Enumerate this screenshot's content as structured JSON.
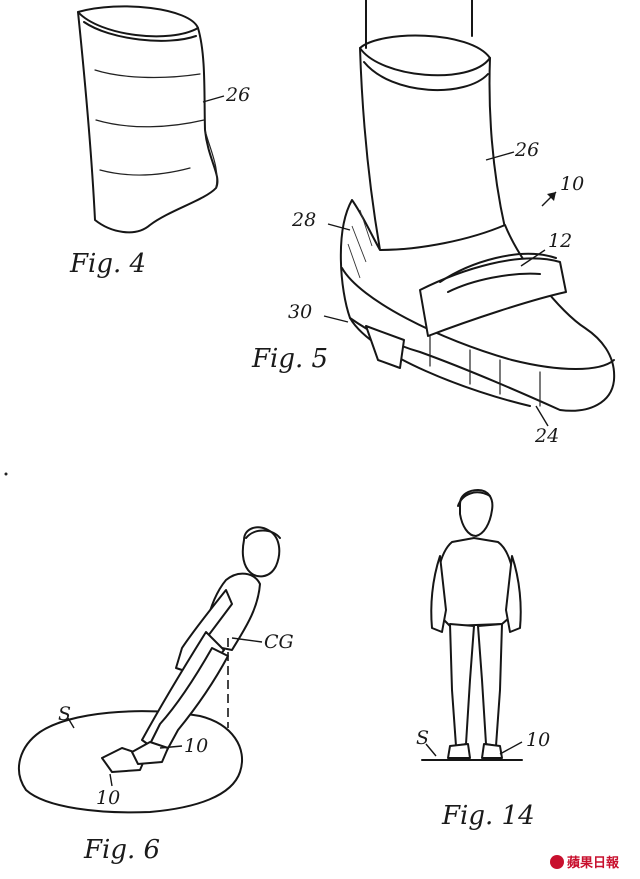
{
  "figures": {
    "fig4": {
      "caption": "Fig. 4",
      "refs": {
        "cuff": "26"
      }
    },
    "fig5": {
      "caption": "Fig. 5",
      "refs": {
        "device": "10",
        "strap": "12",
        "sole": "24",
        "cuff": "26",
        "heel_edge": "28",
        "heel": "30"
      }
    },
    "fig6": {
      "caption": "Fig. 6",
      "refs": {
        "cg": "CG",
        "surface": "S",
        "shoe_a": "10",
        "shoe_b": "10"
      }
    },
    "fig14": {
      "caption": "Fig. 14",
      "refs": {
        "surface": "S",
        "shoe": "10"
      }
    }
  },
  "watermark": {
    "text": "蘋果日報",
    "color": "#c8102e"
  }
}
